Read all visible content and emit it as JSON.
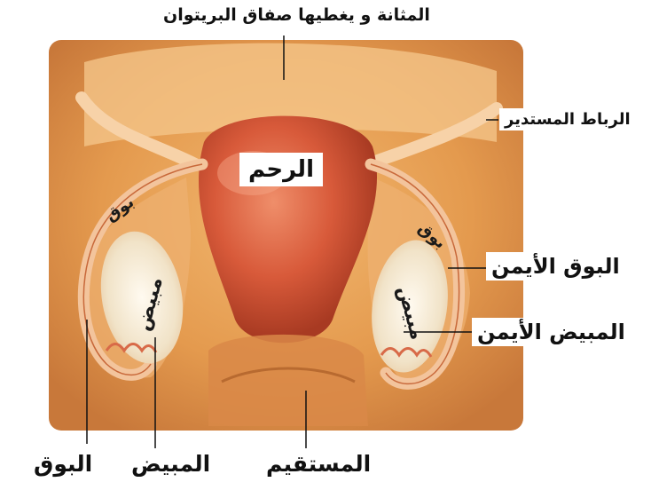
{
  "labels": {
    "bladder": "المثانة و يغطيها صفاق البريتوان",
    "round_ligament": "الرباط المستدير",
    "uterus": "الرحم",
    "tube_left_on_image": "بوق",
    "tube_right_on_image": "بوق",
    "ovary_left_on_image": "مبيض",
    "ovary_right_on_image": "مبيض",
    "right_tube": "البوق الأيمن",
    "right_ovary": "المبيض الأيمن",
    "tube_bottom": "البوق",
    "ovary_bottom": "المبيض",
    "rectum": "المستقيم"
  },
  "colors": {
    "background_tissue": "#e8a050",
    "uterus": "#d85a3a",
    "tube": "#f0c8a0",
    "ovary": "#f5ecd8",
    "leader_line": "#111111"
  }
}
